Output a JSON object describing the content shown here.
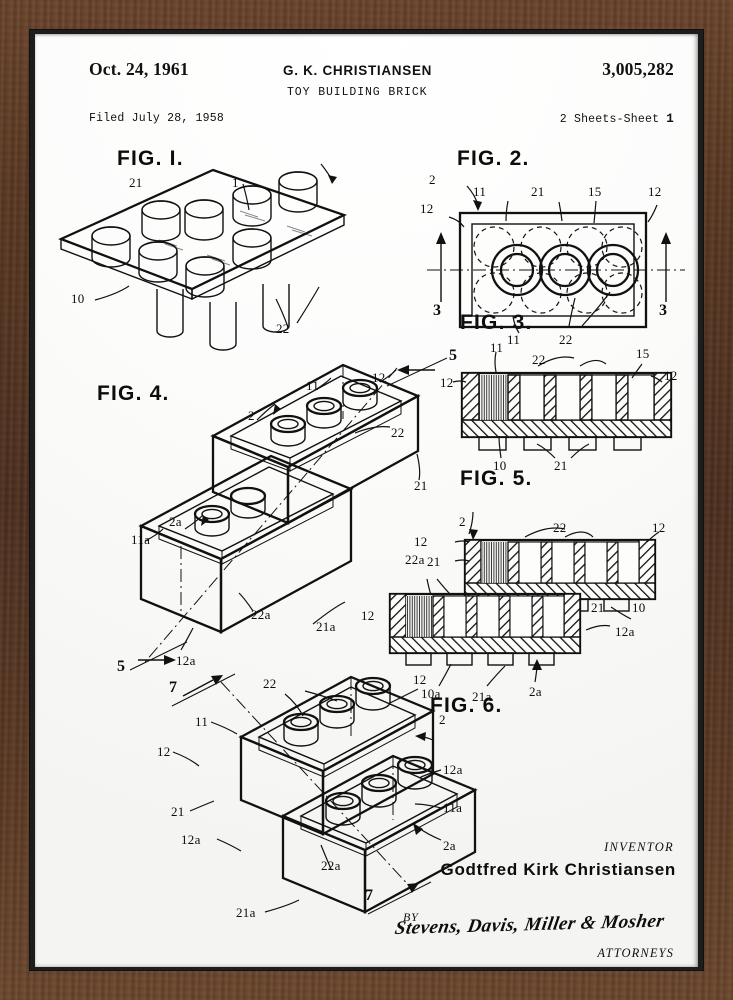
{
  "artwork": {
    "kind": "framed-patent-print",
    "frame_color": "#5c3a23",
    "paper_color": "#fcfcfb",
    "ink_color": "#111111"
  },
  "header": {
    "date": "Oct. 24, 1961",
    "inventor_caps": "G. K. CHRISTIANSEN",
    "patent_number": "3,005,282",
    "title": "TOY BUILDING BRICK",
    "filed": "Filed July 28, 1958",
    "sheets_prefix": "2 Sheets-Sheet ",
    "sheets_number": "1"
  },
  "figures": [
    {
      "id": "fig1",
      "caption": "FIG. I.",
      "view": "isometric top perspective of brick with 8 studs and 3 depending tubes",
      "labels": [
        "1",
        "21",
        "10",
        "22"
      ]
    },
    {
      "id": "fig2",
      "caption": "FIG. 2.",
      "view": "bottom plan view showing 3 tubes and 8 hidden studs in phantom",
      "labels": [
        "2",
        "11",
        "21",
        "15",
        "12",
        "3",
        "3",
        "22",
        "11",
        "12"
      ],
      "section_marks": [
        "3",
        "3"
      ]
    },
    {
      "id": "fig3",
      "caption": "FIG. 3.",
      "view": "vertical cross-section taken on line 3-3 of FIG. 2",
      "labels": [
        "11",
        "22",
        "15",
        "12",
        "12",
        "10",
        "21"
      ]
    },
    {
      "id": "fig4",
      "caption": "FIG. 4.",
      "view": "perspective of two bricks inverted, one above the other, before coupling",
      "labels": [
        "2",
        "11",
        "12",
        "22",
        "21",
        "2a",
        "11a",
        "22a",
        "21a",
        "12a"
      ],
      "section_marks": [
        "5",
        "5"
      ]
    },
    {
      "id": "fig5",
      "caption": "FIG. 5.",
      "view": "cross-section on line 5-5 of FIG. 4 showing two interlocked bricks",
      "labels": [
        "2",
        "12",
        "22",
        "12",
        "21",
        "22a",
        "12a",
        "21",
        "10",
        "10a",
        "21a",
        "2a",
        "12"
      ]
    },
    {
      "id": "fig6",
      "caption": "FIG. 6.",
      "view": "perspective of two coupled bricks seen from below",
      "labels": [
        "22",
        "12",
        "11",
        "12",
        "21",
        "12a",
        "21a",
        "22a",
        "2",
        "12a",
        "11a",
        "2a"
      ],
      "section_marks": [
        "7",
        "7"
      ]
    }
  ],
  "footer": {
    "inventor_label": "INVENTOR",
    "inventor_name": "Godtfred Kirk Christiansen",
    "by_label": "BY",
    "signature": "Stevens, Davis, Miller & Mosher",
    "attorneys_label": "ATTORNEYS"
  }
}
